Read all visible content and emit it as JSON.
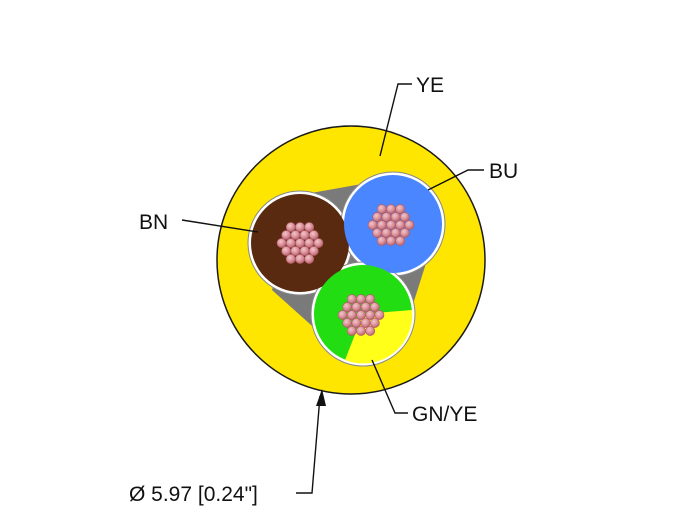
{
  "labels": {
    "jacket": "YE",
    "conductor_top": "BU",
    "conductor_left": "BN",
    "conductor_bottom": "GN/YE",
    "diameter": "Ø 5.97 [0.24\"]"
  },
  "colors": {
    "jacket": "#ffe600",
    "jacket_outline": "#1a1a1a",
    "filler": "#7a7a7a",
    "brown_insulation": "#5a2a10",
    "blue_insulation": "#4a86ff",
    "green_insulation": "#22dd11",
    "yellow_insulation": "#ffff1a",
    "strand_dark": "#b05a63",
    "strand_mid": "#d9909a",
    "strand_light": "#f4c6cc"
  },
  "icons": {
    "cable": "cable-cross-section-icon"
  }
}
